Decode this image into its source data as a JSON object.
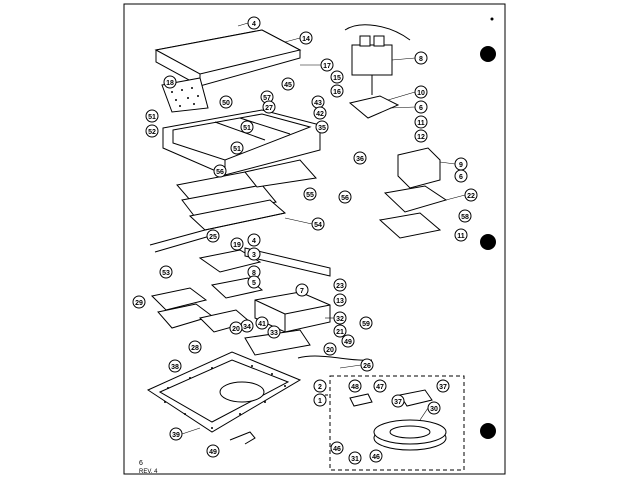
{
  "colors": {
    "ink": "#000000",
    "paper": "#ffffff"
  },
  "footer": {
    "page": "6",
    "revision": "REV. 4"
  },
  "callouts": {
    "c1": "1",
    "c2": "2",
    "c3": "3",
    "c4a": "4",
    "c4b": "4",
    "c5": "5",
    "c6a": "6",
    "c6b": "6",
    "c7": "7",
    "c8a": "8",
    "c8b": "8",
    "c9": "9",
    "c10": "10",
    "c11a": "11",
    "c11b": "11",
    "c12": "12",
    "c13": "13",
    "c14": "14",
    "c15": "15",
    "c16": "16",
    "c17": "17",
    "c18": "18",
    "c19": "19",
    "c20": "20",
    "c21": "21",
    "c22": "22",
    "c23": "23",
    "c25": "25",
    "c26": "26",
    "c27": "27",
    "c28": "28",
    "c29": "29",
    "c30": "30",
    "c31": "31",
    "c32": "32",
    "c33": "33",
    "c34": "34",
    "c35": "35",
    "c36": "36",
    "c37a": "37",
    "c37b": "37",
    "c38": "38",
    "c39": "39",
    "c41": "41",
    "c42": "42",
    "c43": "43",
    "c45": "45",
    "c46a": "46",
    "c46b": "46",
    "c47": "47",
    "c48": "48",
    "c49": "49",
    "c50": "50",
    "c51a": "51",
    "c51b": "51",
    "c52": "52",
    "c53": "53",
    "c54": "54",
    "c55": "55",
    "c56a": "56",
    "c56b": "56",
    "c57": "57",
    "c58": "58",
    "c59": "59"
  }
}
